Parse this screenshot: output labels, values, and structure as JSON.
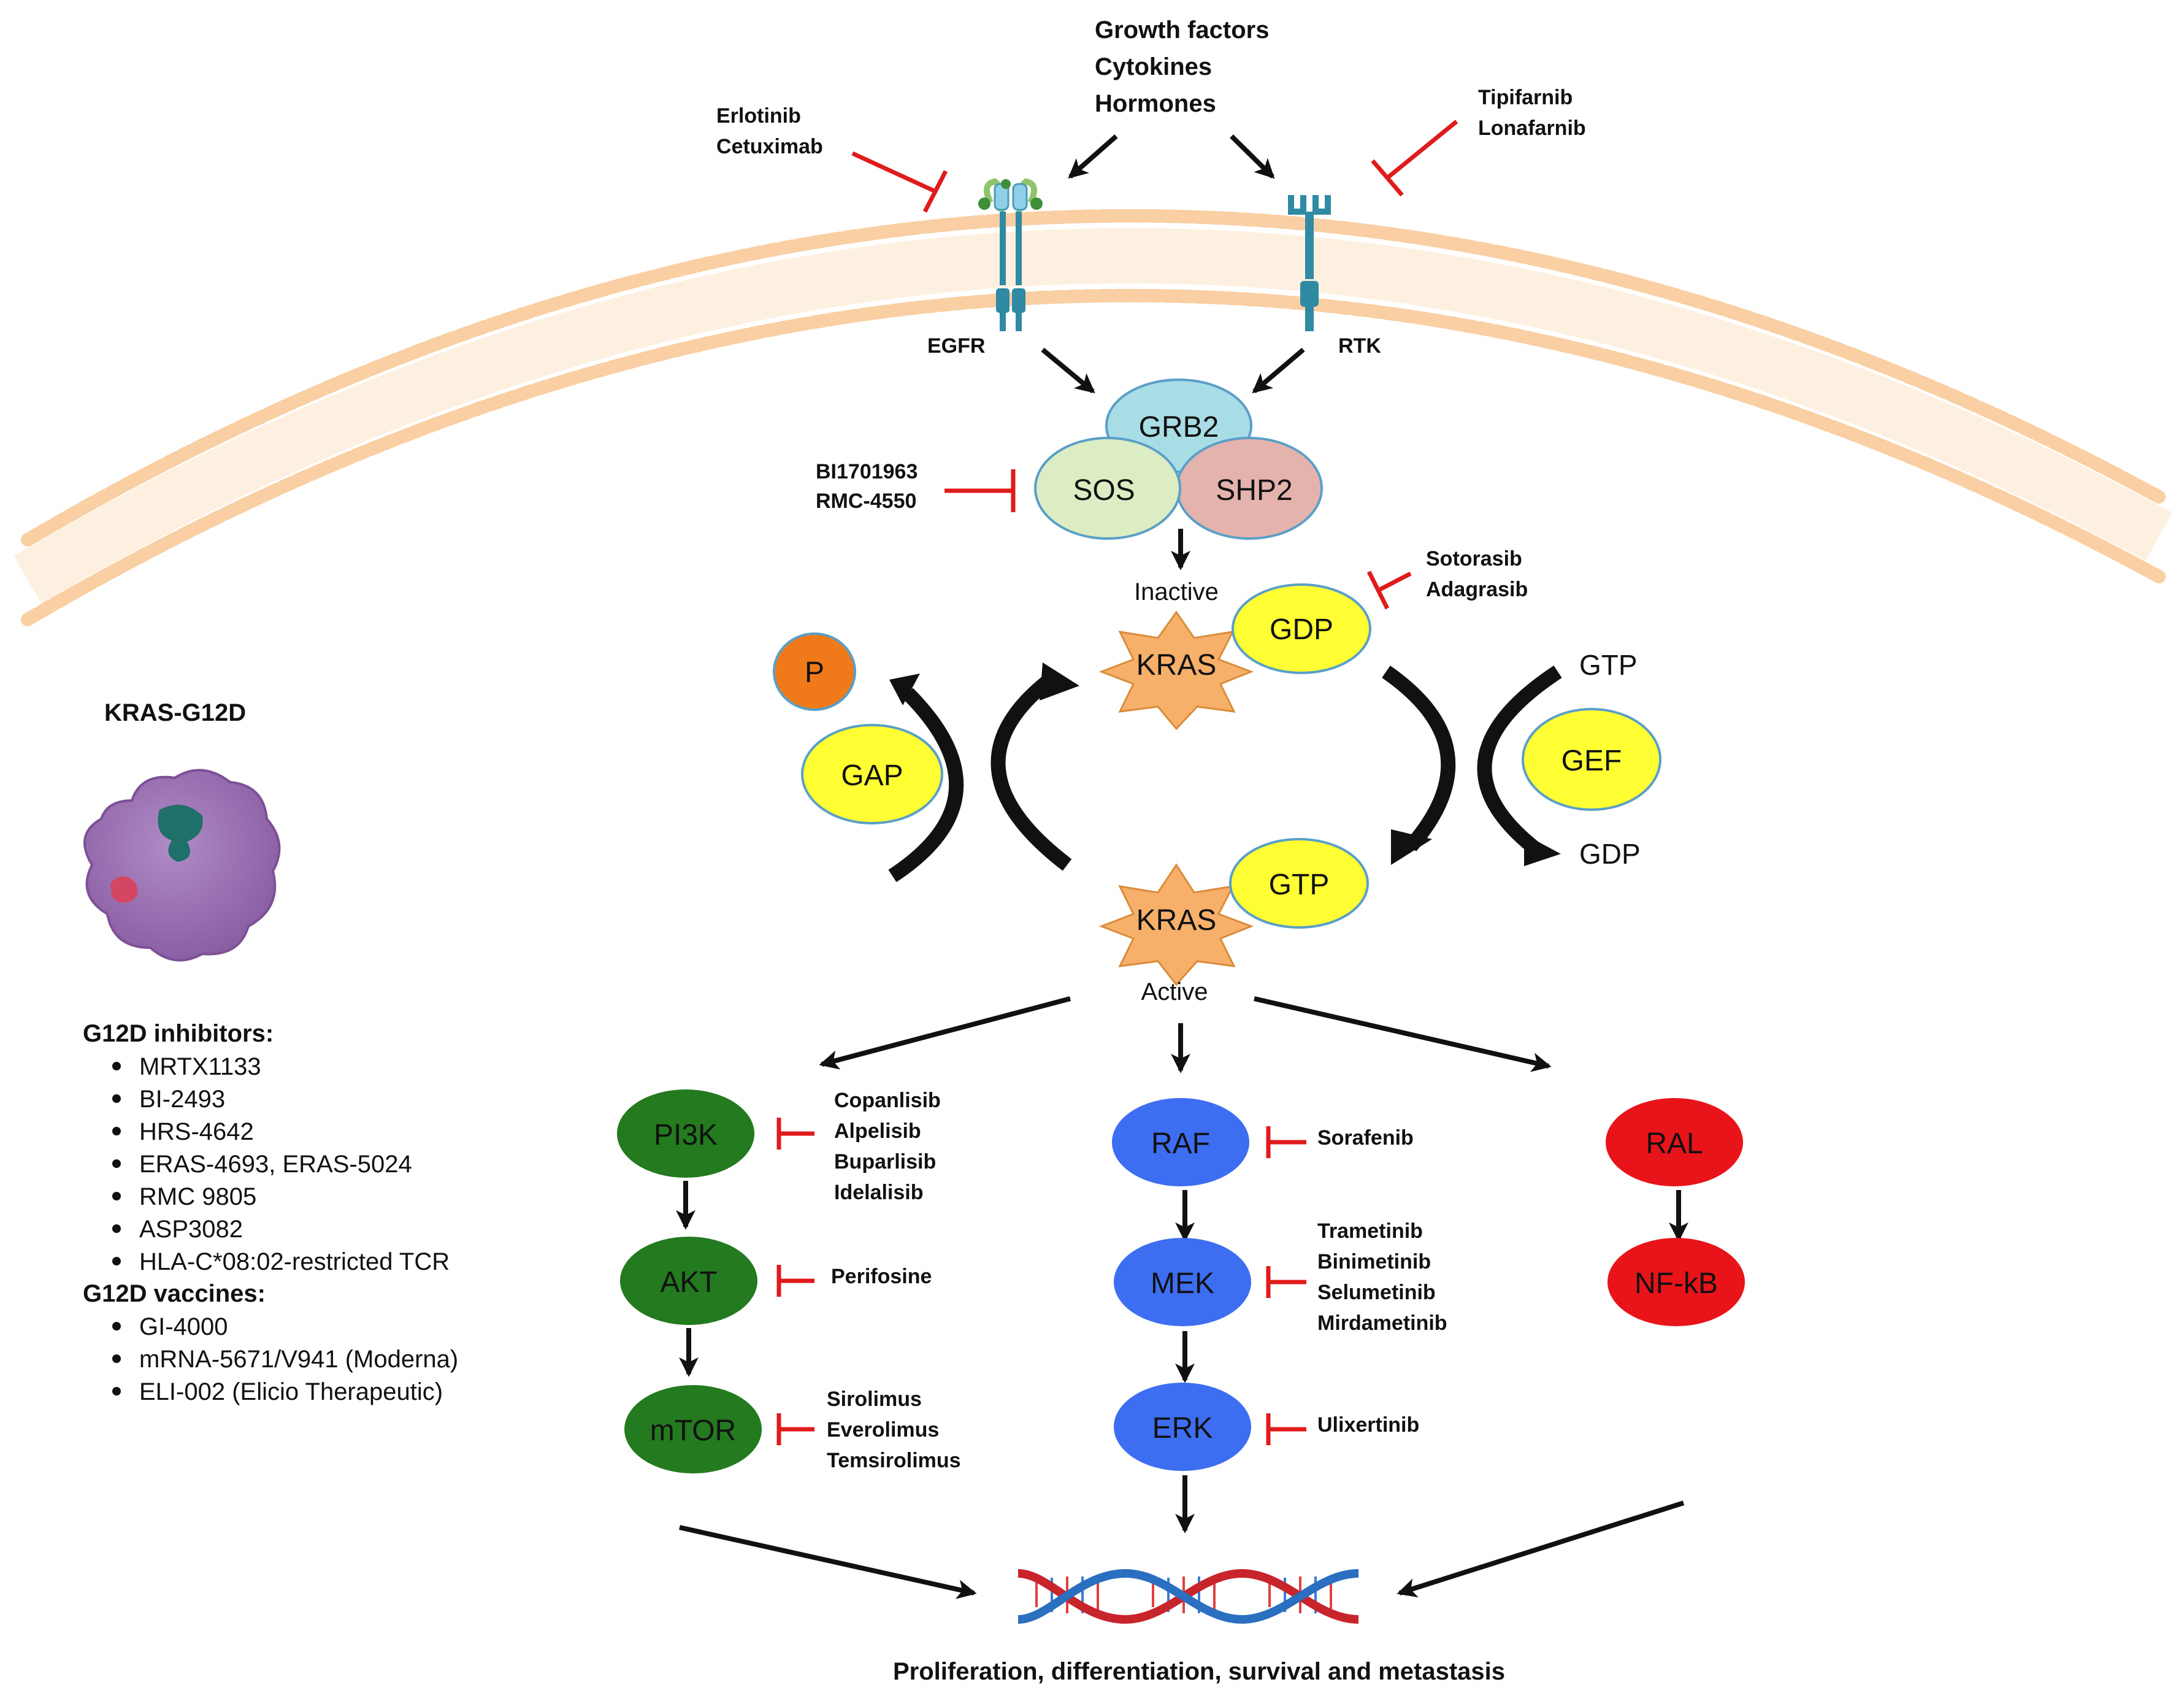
{
  "upstream": {
    "sources": [
      "Growth factors",
      "Cytokines",
      "Hormones"
    ],
    "egfr_drugs": [
      "Erlotinib",
      "Cetuximab"
    ],
    "rtk_drugs": [
      "Tipifarnib",
      "Lonafarnib"
    ],
    "egfr_label": "EGFR",
    "rtk_label": "RTK"
  },
  "complex": {
    "grb2": "GRB2",
    "sos": "SOS",
    "shp2": "SHP2",
    "drugs": [
      "BI1701963",
      "RMC-4550"
    ]
  },
  "cycle": {
    "inactive_label": "Inactive",
    "active_label": "Active",
    "kras": "KRAS",
    "gdp": "GDP",
    "gtp": "GTP",
    "p": "P",
    "gap": "GAP",
    "gef": "GEF",
    "gtp_in": "GTP",
    "gdp_out": "GDP",
    "gdp_drugs": [
      "Sotorasib",
      "Adagrasib"
    ]
  },
  "pathways": {
    "pi3k": {
      "nodes": [
        "PI3K",
        "AKT",
        "mTOR"
      ],
      "pi3k_drugs": [
        "Copanlisib",
        "Alpelisib",
        "Buparlisib",
        "Idelalisib"
      ],
      "akt_drugs": [
        "Perifosine"
      ],
      "mtor_drugs": [
        "Sirolimus",
        "Everolimus",
        "Temsirolimus"
      ],
      "color": "#237a1f"
    },
    "mapk": {
      "nodes": [
        "RAF",
        "MEK",
        "ERK"
      ],
      "raf_drugs": [
        "Sorafenib"
      ],
      "mek_drugs": [
        "Trametinib",
        "Binimetinib",
        "Selumetinib",
        "Mirdametinib"
      ],
      "erk_drugs": [
        "Ulixertinib"
      ],
      "color": "#3d6ef2"
    },
    "ral": {
      "nodes": [
        "RAL",
        "NF-kB"
      ],
      "color": "#e8141a"
    }
  },
  "outcome": "Proliferation, differentiation, survival and metastasis",
  "left_panel": {
    "title": "KRAS-G12D",
    "inhibitors_heading": "G12D inhibitors:",
    "inhibitors": [
      "MRTX1133",
      "BI-2493",
      "HRS-4642",
      "ERAS-4693, ERAS-5024",
      "RMC 9805",
      "ASP3082",
      "HLA-C*08:02-restricted TCR"
    ],
    "vaccines_heading": "G12D vaccines:",
    "vaccines": [
      "GI-4000",
      "mRNA-5671/V941 (Moderna)",
      "ELI-002 (Elicio Therapeutic)"
    ]
  },
  "colors": {
    "inhibitor": "#e01b1b",
    "kras_star": "#f7b06a",
    "gdp_gtp": "#ffff33",
    "gap_gef": "#ffff33",
    "phosphate": "#f07a1a",
    "grb2": "#a9dde6",
    "sos": "#dcedc3",
    "shp2": "#e5b3ad",
    "membrane": "#f9cfa3",
    "protein_body": "#9a6fb2"
  }
}
